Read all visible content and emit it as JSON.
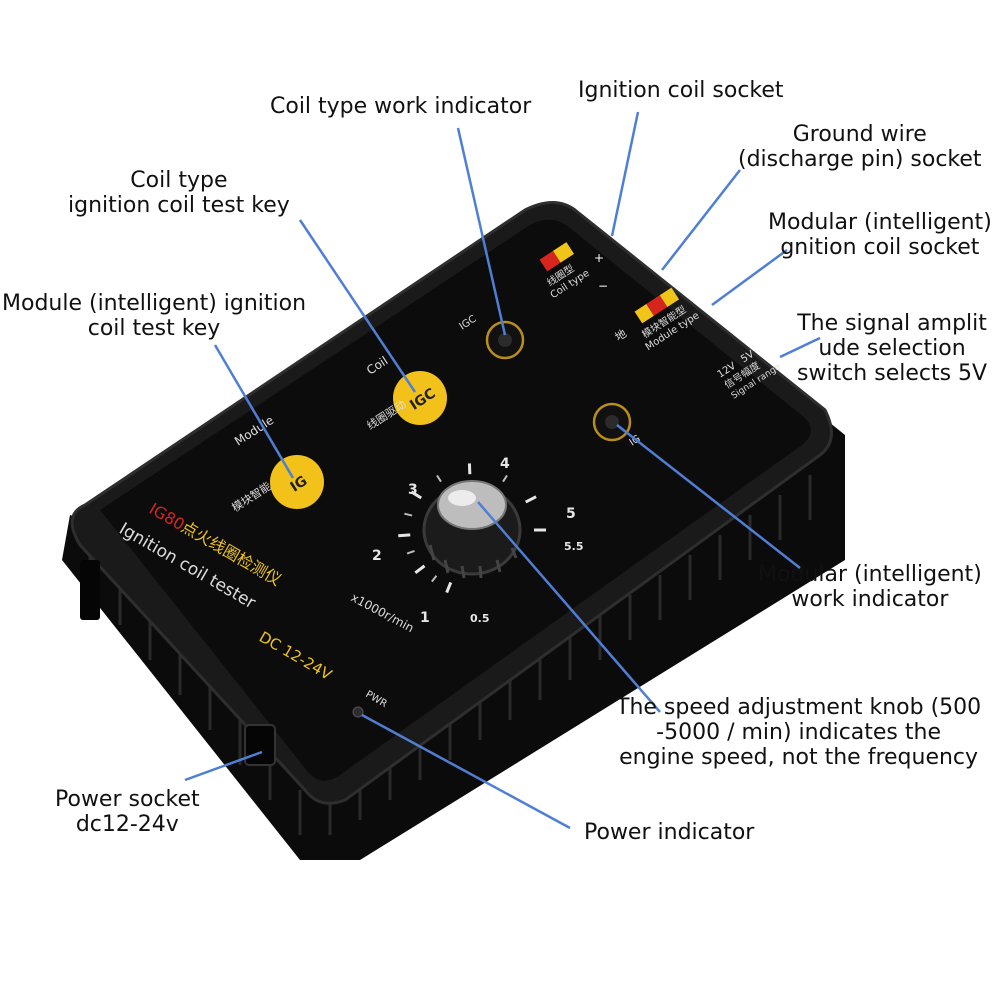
{
  "callouts": {
    "coil_indicator": [
      "Coil type work indicator"
    ],
    "coil_key": [
      "Coil type",
      "ignition coil test key"
    ],
    "module_key": [
      "Module (intelligent) ignition",
      "coil test key"
    ],
    "coil_socket": [
      "Ignition coil socket"
    ],
    "ground_socket": [
      "Ground wire",
      "(discharge pin) socket"
    ],
    "modular_socket": [
      "Modular (intelligent)",
      "gnition coil socket"
    ],
    "signal_switch": [
      "The signal amplit",
      "ude selection",
      "switch selects 5V"
    ],
    "modular_indicator": [
      "Modular (intelligent)",
      "work indicator"
    ],
    "speed_knob": [
      "The speed adjustment knob (500",
      "-5000 / min) indicates the",
      "engine speed, not the frequency"
    ],
    "power_socket": [
      "Power socket",
      "dc12-24v"
    ],
    "power_indicator": [
      "Power indicator"
    ]
  },
  "device": {
    "model": "IG80",
    "title_cn": "点火线圈检测仪",
    "title_en": "Ignition coil tester",
    "voltage": "DC 12-24V",
    "pwr": "PWR",
    "igc_small": "IGC",
    "ig_small": "IG",
    "coil_label": "Coil",
    "module_label": "Module",
    "igc_button": "IGC",
    "ig_button": "IG",
    "coil_drive_cn": "线圈驱动",
    "module_smart_cn": "模块智能",
    "coil_type_cn": "线圈型",
    "coil_type": "Coil type",
    "module_type_cn": "模块智能型",
    "module_type": "Module type",
    "signal_range_cn": "信号幅度",
    "signal_range": "Signal range",
    "v12": "12V",
    "v5": "5V",
    "ground_cn": "地",
    "pos_sign": "+",
    "neg_sign": "−",
    "dial_unit": "x1000r/min",
    "dial_ticks": [
      "0.5",
      "1",
      "2",
      "3",
      "4",
      "5",
      "5.5"
    ],
    "colors": {
      "body": "#141414",
      "panel": "#0c0c0c",
      "button": "#f2c21a",
      "accent_red": "#d6251d",
      "label_yellow": "#f0c419",
      "arrow": "#4f7fd4"
    }
  }
}
